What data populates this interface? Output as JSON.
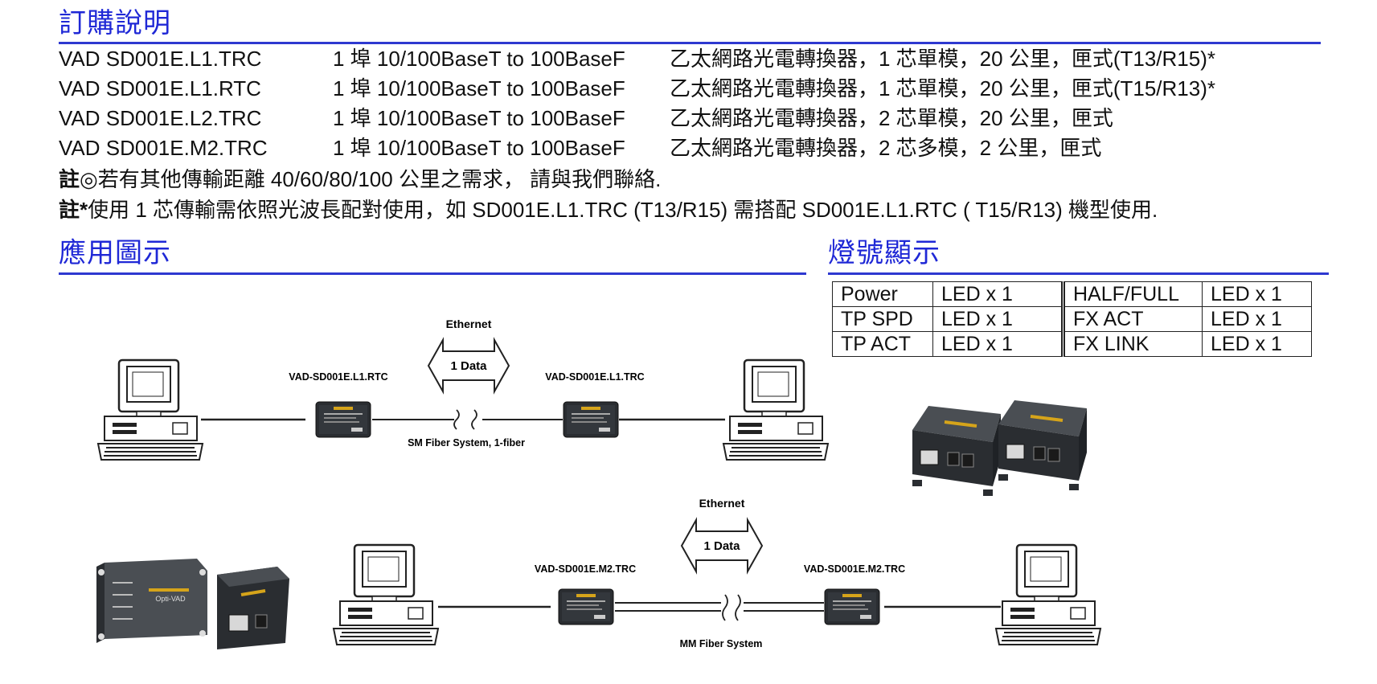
{
  "ordering": {
    "title": "訂購說明",
    "rows": [
      {
        "model": "VAD SD001E.L1.TRC",
        "port": "1 埠 10/100BaseT to 100BaseF",
        "desc": "乙太網路光電轉換器，1 芯單模，20 公里，匣式(T13/R15)*"
      },
      {
        "model": "VAD SD001E.L1.RTC",
        "port": "1 埠 10/100BaseT to 100BaseF",
        "desc": "乙太網路光電轉換器，1 芯單模，20 公里，匣式(T15/R13)*"
      },
      {
        "model": "VAD SD001E.L2.TRC",
        "port": "1 埠 10/100BaseT to 100BaseF",
        "desc": "乙太網路光電轉換器，2 芯單模，20 公里，匣式"
      },
      {
        "model": "VAD SD001E.M2.TRC",
        "port": "1 埠 10/100BaseT to 100BaseF",
        "desc": "乙太網路光電轉換器，2 芯多模，2 公里，匣式"
      }
    ],
    "note1_mark": "註◎",
    "note1_text": "若有其他傳輸距離 40/60/80/100 公里之需求，  請與我們聯絡.",
    "note2_mark": "註*",
    "note2_text": "使用 1 芯傳輸需依照光波長配對使用，如 SD001E.L1.TRC (T13/R15)  需搭配 SD001E.L1.RTC ( T15/R13)  機型使用."
  },
  "application": {
    "title": "應用圖示",
    "diagram1": {
      "ethernet": "Ethernet",
      "data": "1 Data",
      "left_device": "VAD-SD001E.L1.RTC",
      "right_device": "VAD-SD001E.L1.TRC",
      "fiber": "SM Fiber System, 1-fiber"
    },
    "diagram2": {
      "ethernet": "Ethernet",
      "data": "1 Data",
      "left_device": "VAD-SD001E.M2.TRC",
      "right_device": "VAD-SD001E.M2.TRC",
      "fiber": "MM Fiber System"
    },
    "product_brand": "Opti-VAD"
  },
  "led": {
    "title": "燈號顯示",
    "rows": [
      {
        "a": "Power",
        "b": "LED x 1",
        "c": "HALF/FULL",
        "d": "LED x 1"
      },
      {
        "a": "TP SPD",
        "b": "LED x 1",
        "c": "FX ACT",
        "d": "LED x 1"
      },
      {
        "a": "TP ACT",
        "b": "LED x 1",
        "c": "FX LINK",
        "d": "LED x 1"
      }
    ]
  },
  "colors": {
    "heading": "#1f28d6",
    "rule": "#2e38d0",
    "device": "#2a2d31"
  }
}
